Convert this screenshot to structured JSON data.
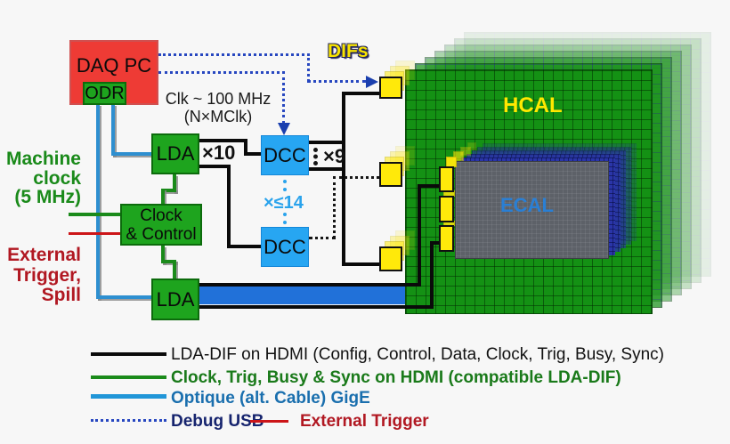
{
  "nodes": {
    "daq_pc": "DAQ PC",
    "odr": "ODR",
    "lda_top": "LDA",
    "lda_bottom": "LDA",
    "clock_control_line1": "Clock",
    "clock_control_line2": "& Control",
    "dcc_top": "DCC",
    "dcc_bottom": "DCC"
  },
  "labels": {
    "difs": "DIFs",
    "clk_line1": "Clk ~ 100 MHz",
    "clk_line2": "(N×MClk)",
    "x10": "×10",
    "x9": "×9",
    "x_le_14": "×≤14",
    "hcal": "HCAL",
    "ecal": "ECAL",
    "machine_clock_line1": "Machine",
    "machine_clock_line2": "clock",
    "machine_clock_line3": "(5 MHz)",
    "external_trigger_line1": "External",
    "external_trigger_line2": "Trigger,",
    "external_trigger_line3": "Spill"
  },
  "legend": {
    "lda_dif": "LDA-DIF on HDMI (Config, Control, Data, Clock, Trig, Busy, Sync)",
    "clock_hdmi": "Clock, Trig, Busy & Sync on HDMI (compatible LDA-DIF)",
    "optique": "Optique (alt. Cable) GigE",
    "debug_usb": "Debug USB",
    "external_trigger": "External Trigger"
  },
  "colors": {
    "red_box": "#ee3b35",
    "green_box": "#1ea41e",
    "blue_box": "#27a6f2",
    "yellow_dif": "#ffe90a",
    "hcal_green": "#149114",
    "ecal_gray": "#5d6168",
    "ecal_blue_layer": "#2a35a8",
    "gige_bar_blue": "#2171d9",
    "optique_blue": "#2e8fd0",
    "usb_dotted_blue": "#2747c0",
    "hdmi_green_line": "#1a8a1a",
    "trigger_red": "#cc1518",
    "black_line": "#0a0a0a"
  }
}
